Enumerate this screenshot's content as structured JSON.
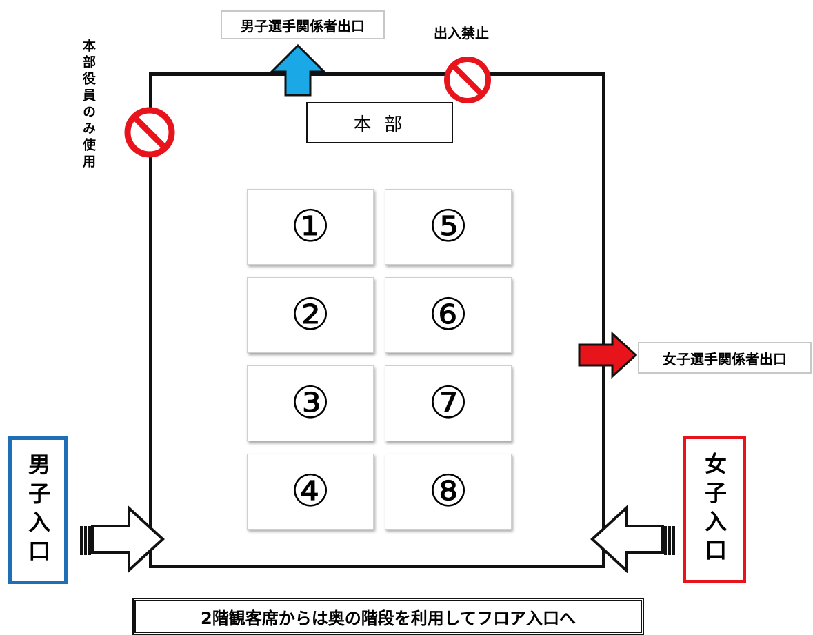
{
  "labels": {
    "male_staff_exit": "男子選手関係者出口",
    "no_entry": "出入禁止",
    "officials_only": "本部役員のみ使用",
    "headquarters": "本 部",
    "female_staff_exit": "女子選手関係者出口",
    "male_entrance": "男子入口",
    "female_entrance": "女子入口",
    "banner": "2階観客席からは奥の階段を利用してフロア入口へ"
  },
  "courts": [
    "①",
    "②",
    "③",
    "④",
    "⑤",
    "⑥",
    "⑦",
    "⑧"
  ],
  "colors": {
    "male": "#1f6fb6",
    "female": "#e8141c",
    "up_arrow": "#1aa9e6",
    "right_arrow": "#e8141c",
    "prohibit": "#e8141c"
  },
  "icons": [
    "up-arrow-icon",
    "right-arrow-icon",
    "no-entry-icon",
    "hollow-arrow-icon"
  ]
}
